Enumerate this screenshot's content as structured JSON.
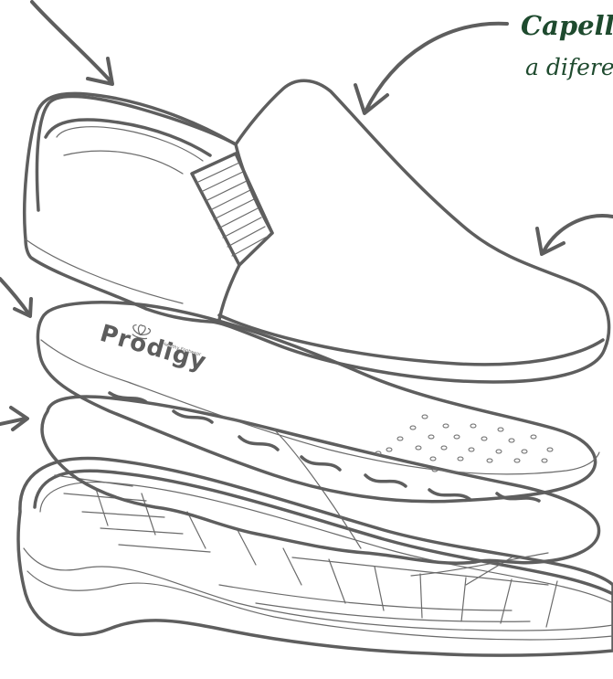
{
  "annotations": {
    "title": "Capello",
    "subtitle": "a difere"
  },
  "insole": {
    "brand": "Prodigy",
    "tagline": "Healthy Footwear"
  },
  "palette": {
    "line": "#5e5e5e",
    "text_accent": "#1e4a2e",
    "background": "#ffffff"
  }
}
